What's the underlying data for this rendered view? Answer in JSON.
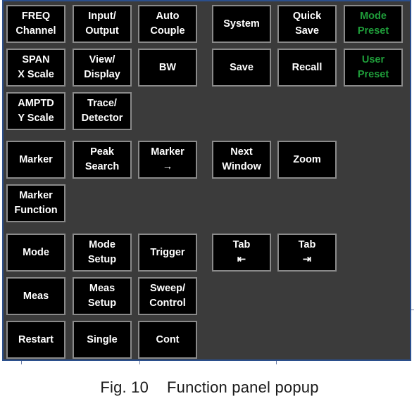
{
  "panel": {
    "buttons": [
      {
        "id": "freq-channel",
        "lines": [
          "FREQ",
          "Channel"
        ],
        "col": 0,
        "row": 0
      },
      {
        "id": "input-output",
        "lines": [
          "Input/",
          "Output"
        ],
        "col": 1,
        "row": 0
      },
      {
        "id": "auto-couple",
        "lines": [
          "Auto",
          "Couple"
        ],
        "col": 2,
        "row": 0
      },
      {
        "id": "system",
        "lines": [
          "System"
        ],
        "col": 3,
        "row": 0
      },
      {
        "id": "quick-save",
        "lines": [
          "Quick",
          "Save"
        ],
        "col": 4,
        "row": 0
      },
      {
        "id": "mode-preset",
        "lines": [
          "Mode",
          "Preset"
        ],
        "col": 5,
        "row": 0,
        "color": "#1f9e3a"
      },
      {
        "id": "span-x-scale",
        "lines": [
          "SPAN",
          "X Scale"
        ],
        "col": 0,
        "row": 1
      },
      {
        "id": "view-display",
        "lines": [
          "View/",
          "Display"
        ],
        "col": 1,
        "row": 1
      },
      {
        "id": "bw",
        "lines": [
          "BW"
        ],
        "col": 2,
        "row": 1
      },
      {
        "id": "save",
        "lines": [
          "Save"
        ],
        "col": 3,
        "row": 1
      },
      {
        "id": "recall",
        "lines": [
          "Recall"
        ],
        "col": 4,
        "row": 1
      },
      {
        "id": "user-preset",
        "lines": [
          "User",
          "Preset"
        ],
        "col": 5,
        "row": 1,
        "color": "#1f9e3a"
      },
      {
        "id": "amptd-y-scale",
        "lines": [
          "AMPTD",
          "Y Scale"
        ],
        "col": 0,
        "row": 2
      },
      {
        "id": "trace-detector",
        "lines": [
          "Trace/",
          "Detector"
        ],
        "col": 1,
        "row": 2
      },
      {
        "id": "marker",
        "lines": [
          "Marker"
        ],
        "col": 0,
        "row": 3
      },
      {
        "id": "peak-search",
        "lines": [
          "Peak",
          "Search"
        ],
        "col": 1,
        "row": 3
      },
      {
        "id": "marker-to",
        "lines": [
          "Marker",
          "→"
        ],
        "col": 2,
        "row": 3
      },
      {
        "id": "next-window",
        "lines": [
          "Next",
          "Window"
        ],
        "col": 3,
        "row": 3
      },
      {
        "id": "zoom",
        "lines": [
          "Zoom"
        ],
        "col": 4,
        "row": 3
      },
      {
        "id": "marker-function",
        "lines": [
          "Marker",
          "Function"
        ],
        "col": 0,
        "row": 4
      },
      {
        "id": "mode",
        "lines": [
          "Mode"
        ],
        "col": 0,
        "row": 5
      },
      {
        "id": "mode-setup",
        "lines": [
          "Mode",
          "Setup"
        ],
        "col": 1,
        "row": 5
      },
      {
        "id": "trigger",
        "lines": [
          "Trigger"
        ],
        "col": 2,
        "row": 5
      },
      {
        "id": "tab-back",
        "lines": [
          "Tab",
          "⇤"
        ],
        "col": 3,
        "row": 5
      },
      {
        "id": "tab-forward",
        "lines": [
          "Tab",
          "⇥"
        ],
        "col": 4,
        "row": 5
      },
      {
        "id": "meas",
        "lines": [
          "Meas"
        ],
        "col": 0,
        "row": 6
      },
      {
        "id": "meas-setup",
        "lines": [
          "Meas",
          "Setup"
        ],
        "col": 1,
        "row": 6
      },
      {
        "id": "sweep-control",
        "lines": [
          "Sweep/",
          "Control"
        ],
        "col": 2,
        "row": 6
      },
      {
        "id": "restart",
        "lines": [
          "Restart"
        ],
        "col": 0,
        "row": 7
      },
      {
        "id": "single",
        "lines": [
          "Single"
        ],
        "col": 1,
        "row": 7
      },
      {
        "id": "cont",
        "lines": [
          "Cont"
        ],
        "col": 2,
        "row": 7
      }
    ]
  },
  "caption": {
    "fig": "Fig. 10",
    "text": "Function panel popup"
  }
}
